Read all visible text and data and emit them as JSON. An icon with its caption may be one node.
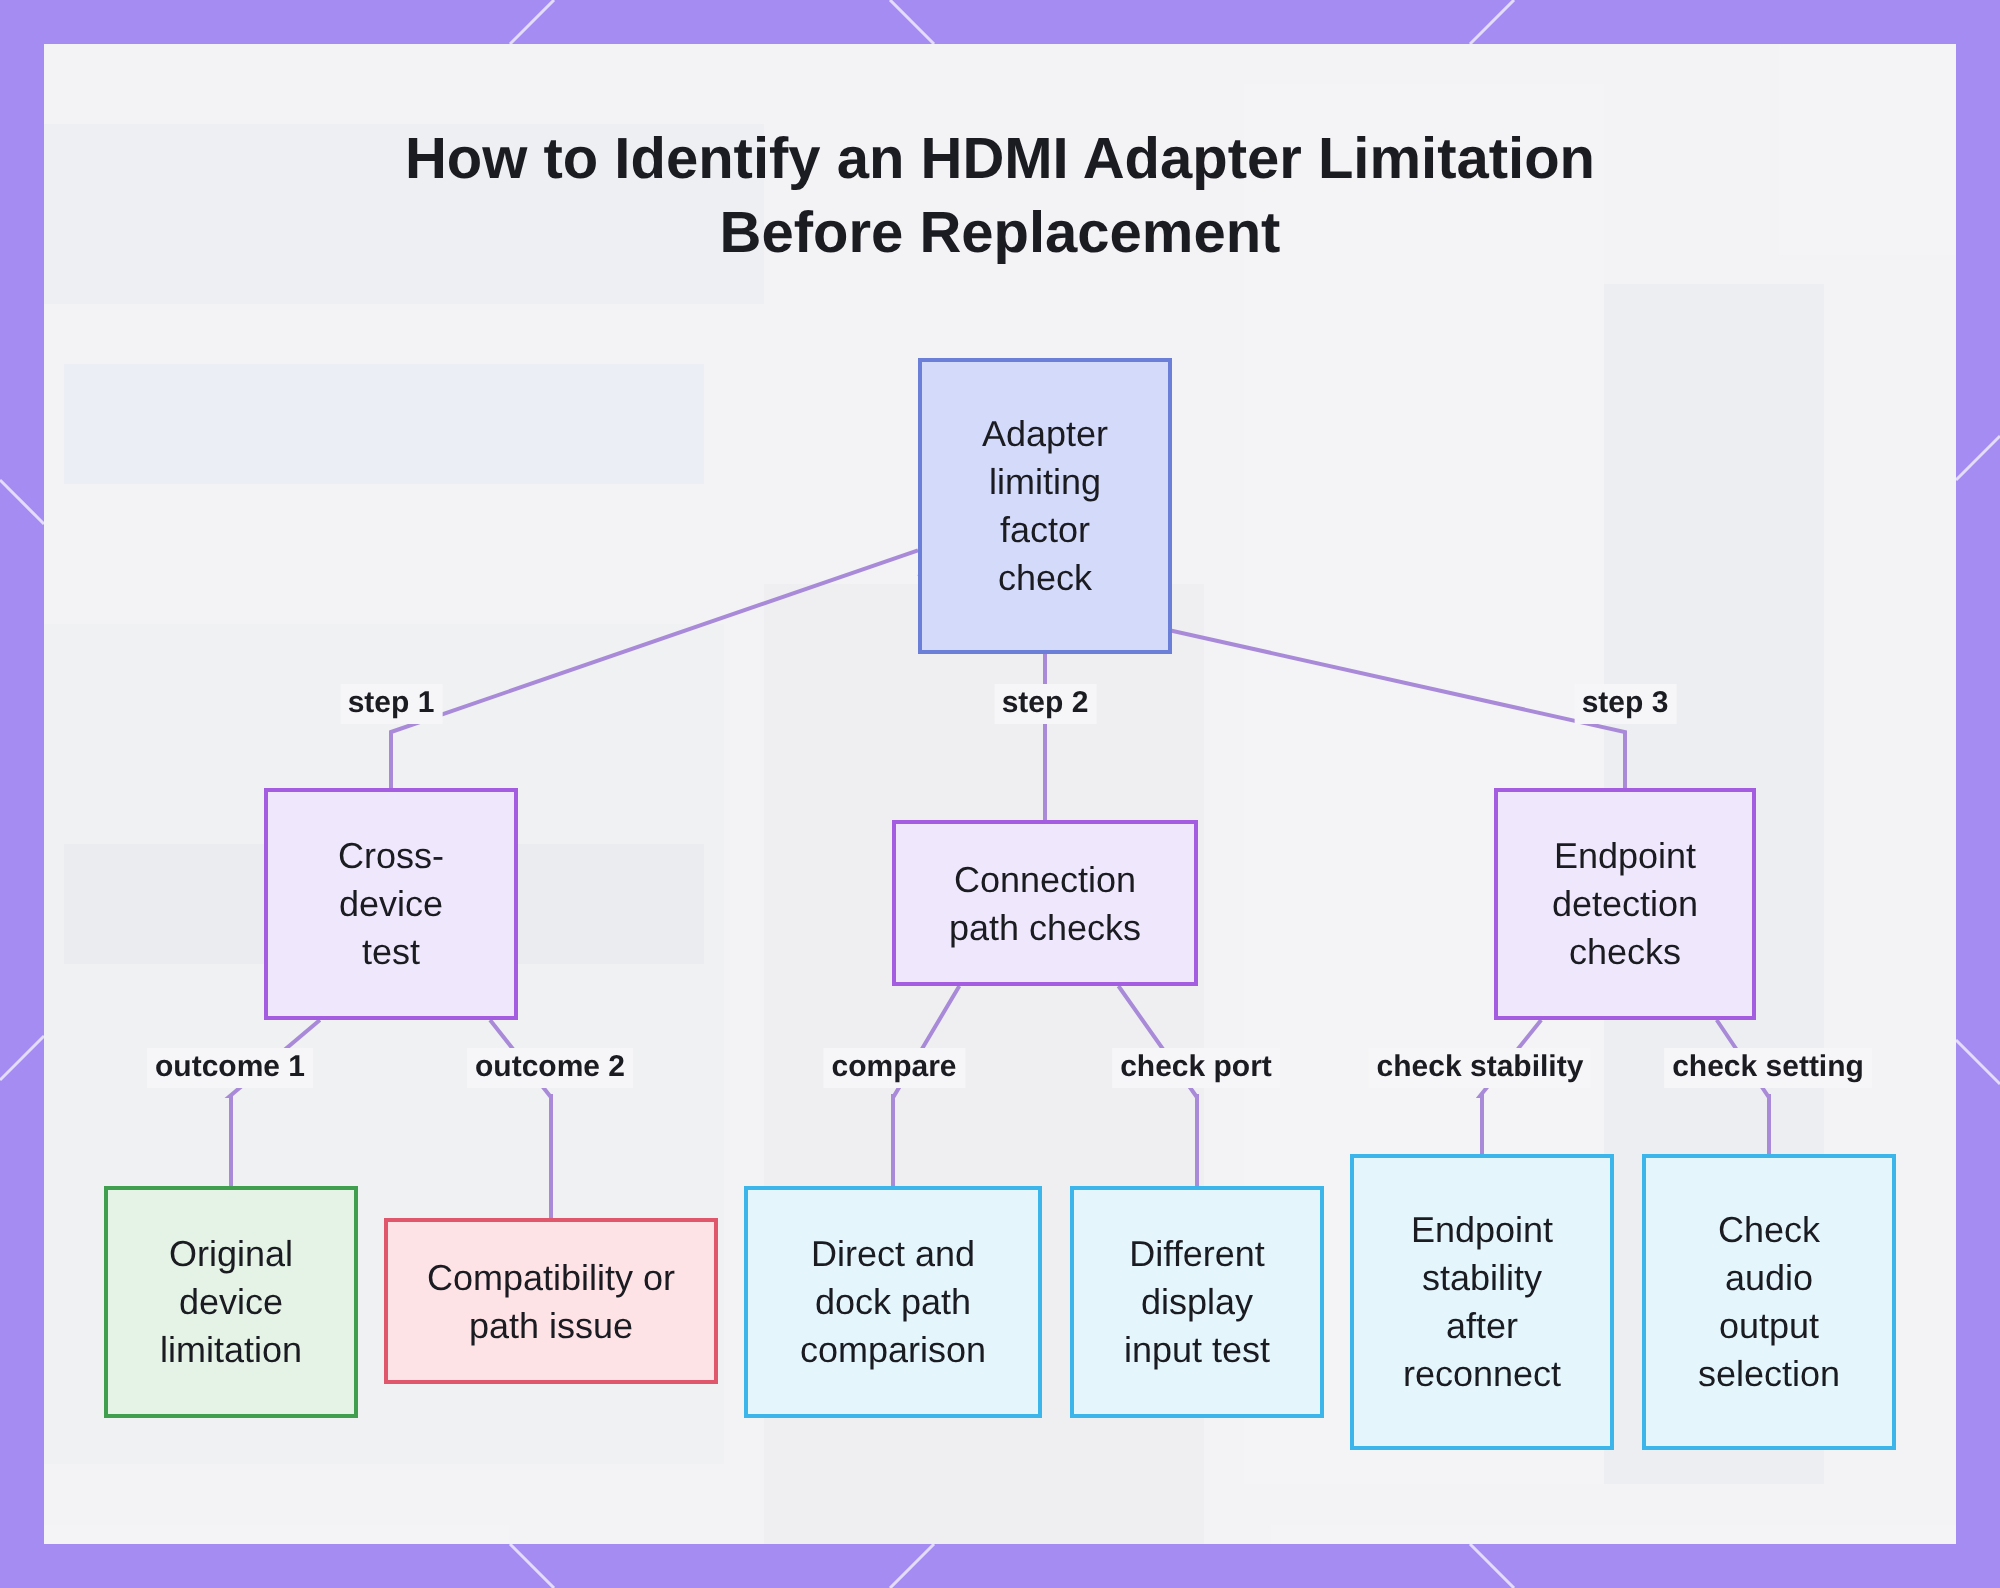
{
  "diagram": {
    "title": "How to Identify an HDMI Adapter Limitation Before Replacement",
    "nodes": [
      {
        "text": [
          "Adapter limiting factor check"
        ]
      },
      {
        "text": [
          "Cross-device test"
        ]
      },
      {
        "text": [
          "Connection path checks"
        ]
      },
      {
        "text": [
          "Endpoint detection checks"
        ]
      },
      {
        "text": [
          "Original device limitation"
        ]
      },
      {
        "text": [
          "Compatibility or path issue"
        ]
      },
      {
        "text": [
          "Direct and dock path comparison"
        ]
      },
      {
        "text": [
          "Different display input test"
        ]
      },
      {
        "text": [
          "Endpoint stability after reconnect"
        ]
      },
      {
        "text": [
          "Check audio output selection"
        ]
      }
    ],
    "edges": [
      {
        "from": 0,
        "to": 1,
        "arrow": "none",
        "label": "step 1"
      },
      {
        "from": 0,
        "to": 2,
        "arrow": "none",
        "label": "step 2"
      },
      {
        "from": 0,
        "to": 3,
        "arrow": "none",
        "label": "step 3"
      },
      {
        "from": 1,
        "to": 4,
        "arrow": "none",
        "label": "outcome 1"
      },
      {
        "from": 1,
        "to": 5,
        "arrow": "none",
        "label": "outcome 2"
      },
      {
        "from": 2,
        "to": 6,
        "arrow": "none",
        "label": "compare"
      },
      {
        "from": 2,
        "to": 7,
        "arrow": "none",
        "label": "check port"
      },
      {
        "from": 3,
        "to": 8,
        "arrow": "none",
        "label": "check stability"
      },
      {
        "from": 3,
        "to": 9,
        "arrow": "none",
        "label": "check setting"
      }
    ]
  }
}
